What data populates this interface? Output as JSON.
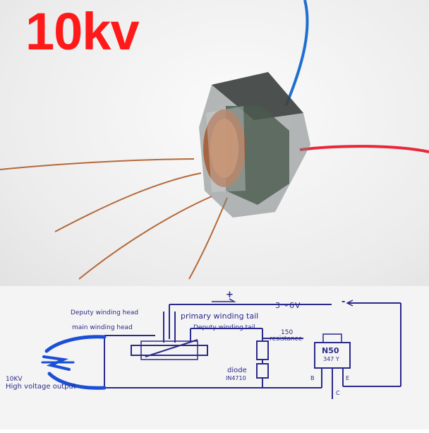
{
  "title": "10kv",
  "schematic": {
    "deputy_winding_head": "Deputy winding head",
    "primary_winding_tail": "primary winding tail",
    "main_winding_head": "main winding head",
    "deputy_winding_tail": "Deputy winding tail",
    "output_line1": "10KV",
    "output_line2": "High voltage output",
    "plus_sign": "+",
    "voltage": "3～6V",
    "minus_sign": "-",
    "resistor_value": "150",
    "resistor_label": "resistance",
    "diode_label": "diode",
    "diode_part": "IN4710",
    "transistor_part": "N50",
    "transistor_code": "347 Y",
    "pin_b": "B",
    "pin_c": "C",
    "pin_e": "E"
  },
  "colors": {
    "title": "#ff1a1a",
    "schematic_ink": "#2a2a8a",
    "spark": "#1a4fd6",
    "blue_wire": "#1e6fd0",
    "red_wire": "#e8283a",
    "copper": "#b5683a"
  }
}
